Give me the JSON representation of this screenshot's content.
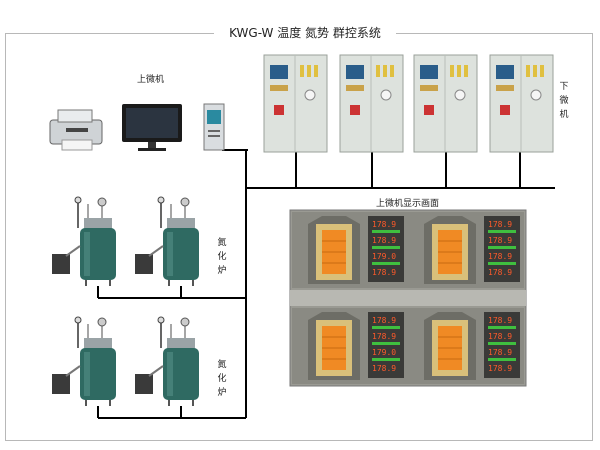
{
  "diagram": {
    "title": "KWG-W 温度  氮势  群控系统",
    "upper_computer_label": "上微机",
    "lower_computer_label": [
      "下",
      "微",
      "机"
    ],
    "display_screen_label": "上微机显示画面",
    "furnace_label_top": [
      "氮",
      "化",
      "炉"
    ],
    "furnace_label_bottom": [
      "氮",
      "化",
      "炉"
    ],
    "readings": [
      [
        "178.9",
        "178.9",
        "179.0",
        "178.9"
      ],
      [
        "178.9",
        "178.9",
        "178.9",
        "178.9"
      ],
      [
        "178.9",
        "178.9",
        "179.0",
        "178.9"
      ],
      [
        "178.9",
        "178.9",
        "178.9",
        "178.9"
      ]
    ],
    "colors": {
      "line": "#000000",
      "cabinet": "#dde2dd",
      "furnace": "#2f6a62",
      "screen_bg": "#8d8d86",
      "heater": "#f08a24",
      "readout": "#d63a1a"
    }
  }
}
